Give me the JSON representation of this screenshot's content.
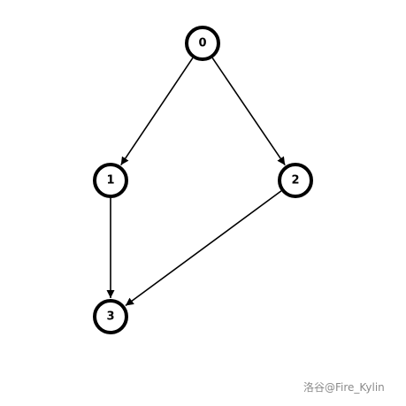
{
  "graph": {
    "nodes": [
      {
        "id": "0",
        "label": "0"
      },
      {
        "id": "1",
        "label": "1"
      },
      {
        "id": "2",
        "label": "2"
      },
      {
        "id": "3",
        "label": "3"
      }
    ],
    "edges": [
      {
        "from": "0",
        "to": "1"
      },
      {
        "from": "0",
        "to": "2"
      },
      {
        "from": "1",
        "to": "3"
      },
      {
        "from": "2",
        "to": "3"
      }
    ],
    "directed": true
  },
  "watermark": "洛谷@Fire_Kylin",
  "colors": {
    "stroke": "#000000",
    "background": "#ffffff",
    "watermark": "#8a8a8a"
  }
}
